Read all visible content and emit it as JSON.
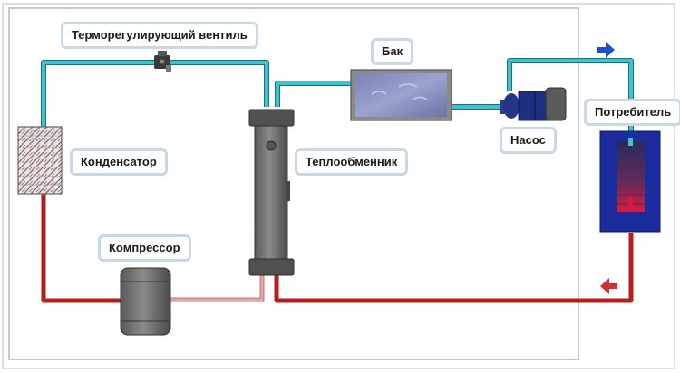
{
  "labels": {
    "valve": "Терморегулирующий вентиль",
    "tank": "Бак",
    "consumer": "Потребитель",
    "condenser": "Конденсатор",
    "heat_exchanger": "Теплообменник",
    "pump": "Насос",
    "compressor": "Компрессор"
  },
  "colors": {
    "cold_pipe": "#3cc3d0",
    "hot_pipe": "#b71c1c",
    "warm_pipe": "#e8a3a3",
    "arrow_out": "#1e4fc4",
    "arrow_in": "#d32f2f",
    "consumer_blue": "#1b2d9c",
    "label_border": "#c9d7e8"
  },
  "flow_arrows": {
    "outgoing": "arrow-right-icon",
    "return": "arrow-left-icon"
  }
}
